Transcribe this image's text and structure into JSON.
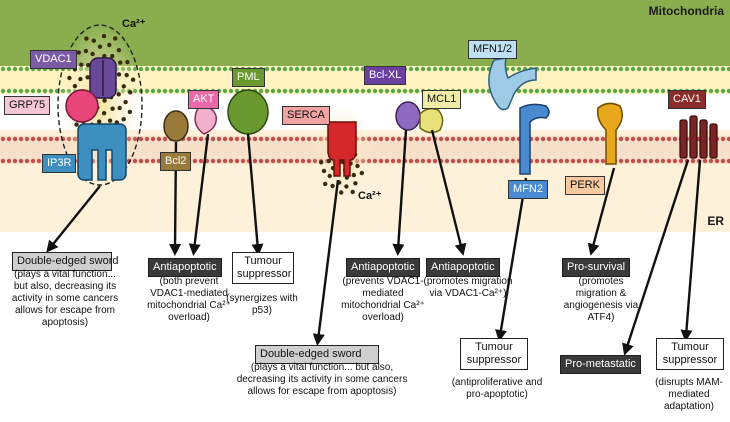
{
  "regions": {
    "mitochondria": "Mitochondria",
    "er": "ER"
  },
  "ions": {
    "ca_top": "Ca²⁺",
    "ca_serca": "Ca²⁺"
  },
  "proteins": {
    "vdac1": "VDAC1",
    "grp75": "GRP75",
    "ip3r": "IP3R",
    "bcl2": "Bcl2",
    "akt": "AKT",
    "pml": "PML",
    "serca": "SERCA",
    "bclxl": "Bcl-XL",
    "mcl1": "MCL1",
    "mfn12": "MFN1/2",
    "mfn2": "MFN2",
    "perk": "PERK",
    "cav1": "CAV1"
  },
  "colors": {
    "mitochondria": "#8aae4e",
    "er": "#fdf2d9",
    "vdac1": "#7b5aa6",
    "grp75": "#e8457a",
    "ip3r": "#3d8fc0",
    "bcl2": "#9a7a3a",
    "akt": "#e86aa8",
    "pml": "#6a9a2f",
    "serca": "#d4282a",
    "bclxl": "#8d6abf",
    "mcl1": "#e9e27a",
    "mfn": "#9ecae6",
    "mfn2": "#4a8ad0",
    "perk": "#e7a81e",
    "cav1": "#7a2525"
  },
  "outcomes": [
    {
      "label": "Double-edged sword",
      "note": "(plays a vital function... but also, decreasing its activity in some cancers allows for escape from apoptosis)"
    },
    {
      "label": "Antiapoptotic",
      "note": "(both prevent VDAC1-mediated mitochondrial Ca²⁺ overload)"
    },
    {
      "label": "Tumour suppressor",
      "note": "(synergizes with p53)"
    },
    {
      "label": "Double-edged sword",
      "note": "(plays a vital function... but also, decreasing its activity in some cancers allows for escape from apoptosis)"
    },
    {
      "label": "Antiapoptotic",
      "note": "(prevents VDAC1-mediated mitochondrial Ca²⁺ overload)"
    },
    {
      "label": "Antiapoptotic",
      "note": "(promotes migration via VDAC1-Ca²⁺)"
    },
    {
      "label": "Tumour suppressor",
      "note": "(antiproliferative and pro-apoptotic)"
    },
    {
      "label": "Pro-survival",
      "note": "(promotes migration & angiogenesis via ATF4)"
    },
    {
      "label": "Pro-metastatic",
      "note": ""
    },
    {
      "label": "Tumour suppressor",
      "note": "(disrupts MAM-mediated adaptation)"
    }
  ]
}
